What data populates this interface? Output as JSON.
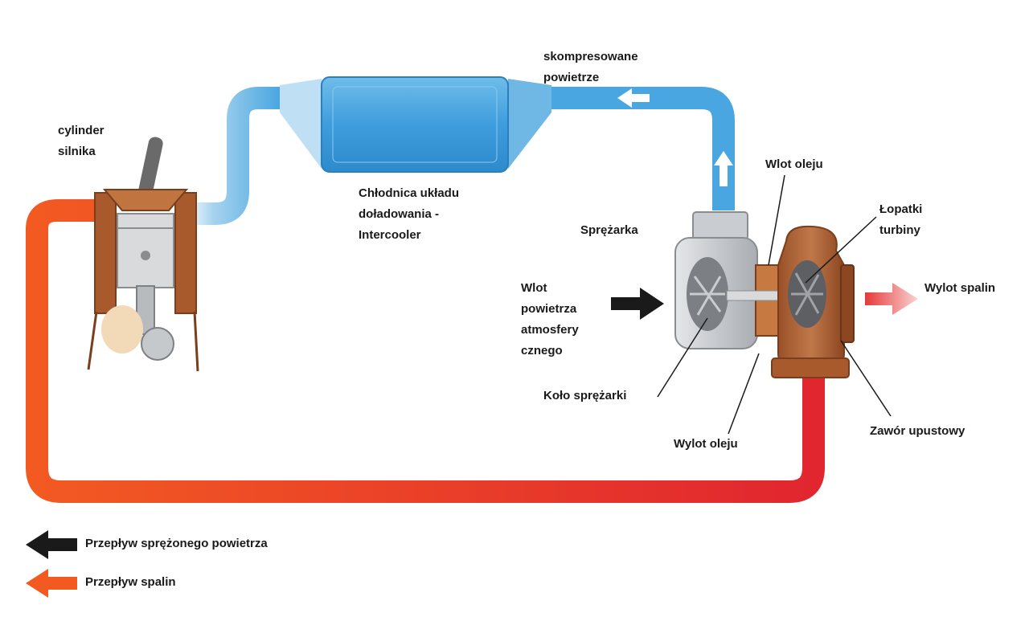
{
  "labels": {
    "cylinder": [
      "cylinder",
      "silnika"
    ],
    "intercooler": [
      "Chłodnica układu",
      "doładowania -",
      "Intercooler"
    ],
    "compressed_air": [
      "skompresowane",
      "powietrze"
    ],
    "compressor": "Sprężarka",
    "oil_inlet": "Wlot oleju",
    "turbine_blades": [
      "Łopatki",
      "turbiny"
    ],
    "air_inlet": [
      "Wlot",
      "powietrza",
      "atmosfery",
      "cznego"
    ],
    "exhaust_outlet": "Wylot spalin",
    "compressor_wheel": "Koło sprężarki",
    "oil_outlet": "Wylot oleju",
    "wastegate": "Zawór upustowy"
  },
  "legend": {
    "compressed_air_flow": "Przepływ sprężonego powietrza",
    "exhaust_flow": "Przepływ spalin"
  },
  "colors": {
    "exhaust": "#f04a24",
    "exhaust_dark": "#d8222a",
    "air_hot": "#4aa6e0",
    "air_cool": "#dbeef8",
    "turbine_housing": "#b5663a",
    "compressor_housing": "#c9ccd0",
    "engine_block": "#a85a2c",
    "black_arrow": "#1a1a1a"
  }
}
